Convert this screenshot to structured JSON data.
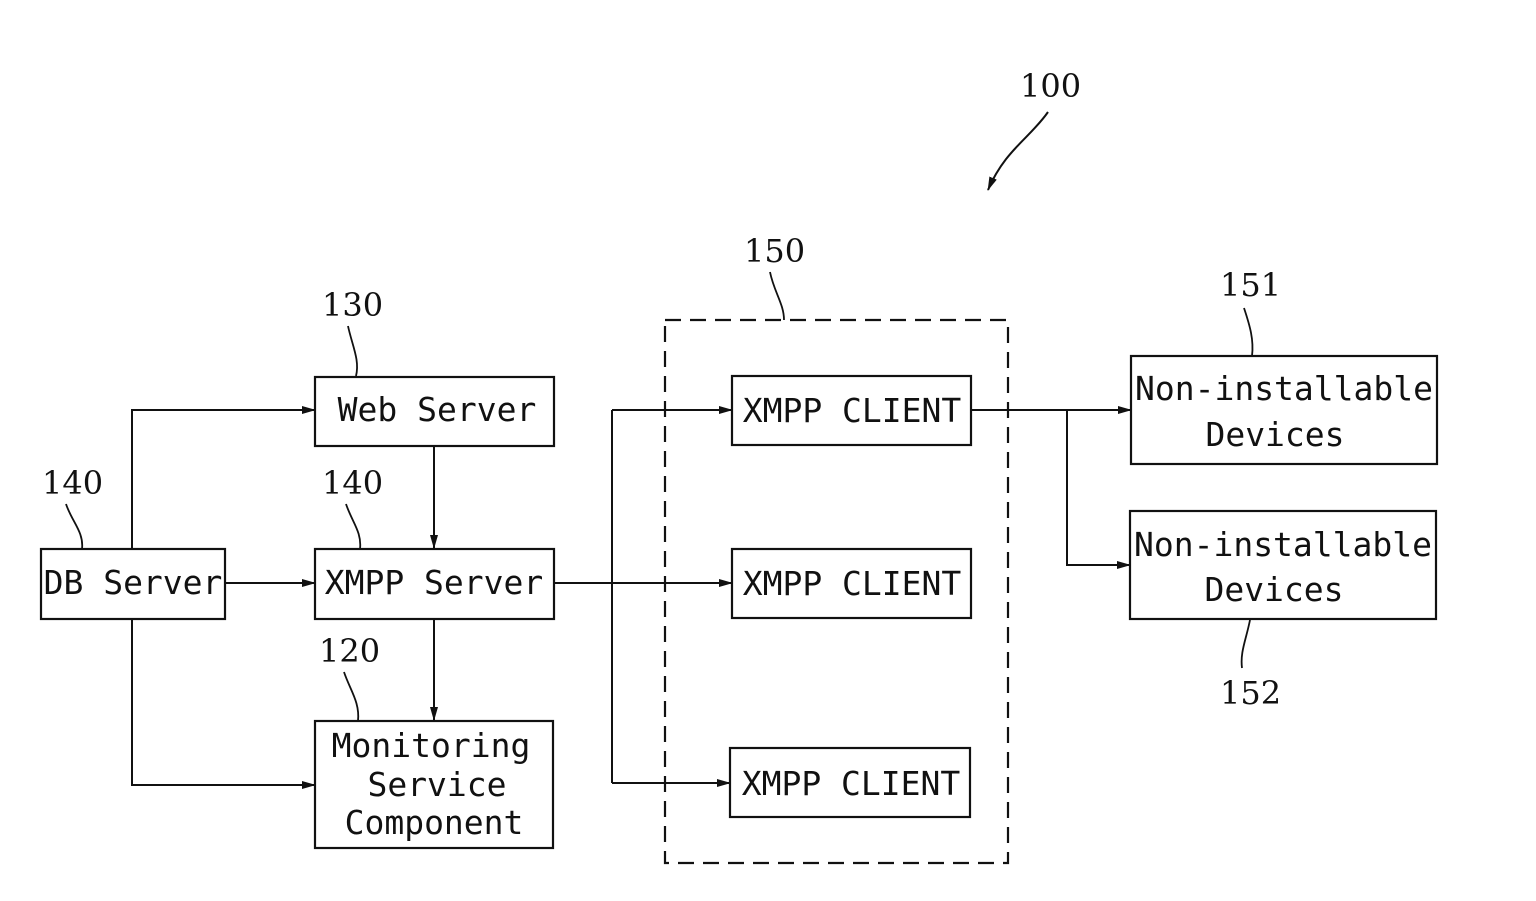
{
  "diagram": {
    "ref_system": "100",
    "ref_web_server": "130",
    "ref_db_server": "140",
    "ref_xmpp_server": "140",
    "ref_monitoring": "120",
    "ref_client_group": "150",
    "ref_device_top": "151",
    "ref_device_bottom": "152",
    "web_server": "Web Server",
    "db_server": "DB Server",
    "xmpp_server": "XMPP Server",
    "monitoring": [
      "Monitoring",
      "Service",
      "Component"
    ],
    "clients": [
      "XMPP CLIENT",
      "XMPP CLIENT",
      "XMPP CLIENT"
    ],
    "device_top": [
      "Non-installable",
      "Devices"
    ],
    "device_bottom": [
      "Non-installable",
      "Devices"
    ]
  }
}
